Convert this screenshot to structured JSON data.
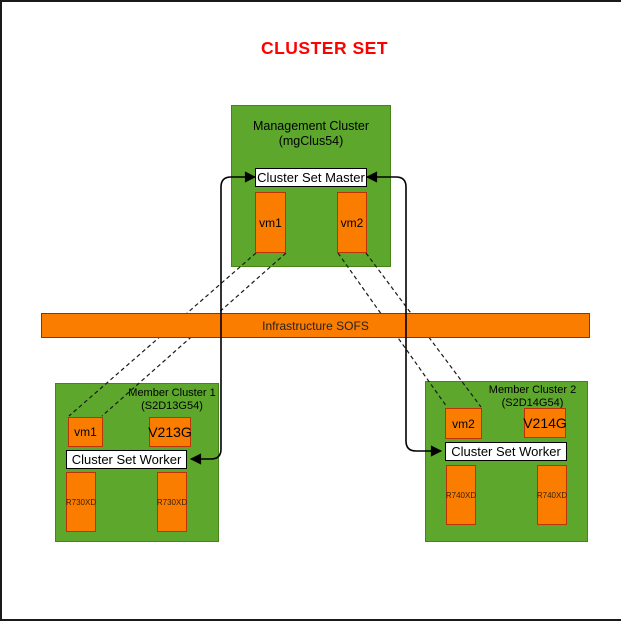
{
  "title": "CLUSTER SET",
  "management_cluster": {
    "name_line1": "Management Cluster",
    "name_line2": "(mgClus54)",
    "master_label": "Cluster Set Master",
    "vms": [
      "vm1",
      "vm2"
    ]
  },
  "infrastructure_bar": {
    "label": "Infrastructure SOFS"
  },
  "member_clusters": [
    {
      "name_line1": "Member Cluster 1",
      "name_line2": "(S2D13G54)",
      "vm": "vm1",
      "volume": "V213G",
      "worker_label": "Cluster Set Worker",
      "nodes": [
        "R730XD",
        "R730XD"
      ]
    },
    {
      "name_line1": "Member Cluster 2",
      "name_line2": "(S2D14G54)",
      "vm": "vm2",
      "volume": "V214G",
      "worker_label": "Cluster Set Worker",
      "nodes": [
        "R740XD",
        "R740XD"
      ]
    }
  ],
  "colors": {
    "title_red": "#ff0000",
    "cluster_green": "#5ca72c",
    "box_orange": "#fb7d00",
    "orange_border": "#bd3305",
    "line_black": "#1a1a1a"
  }
}
